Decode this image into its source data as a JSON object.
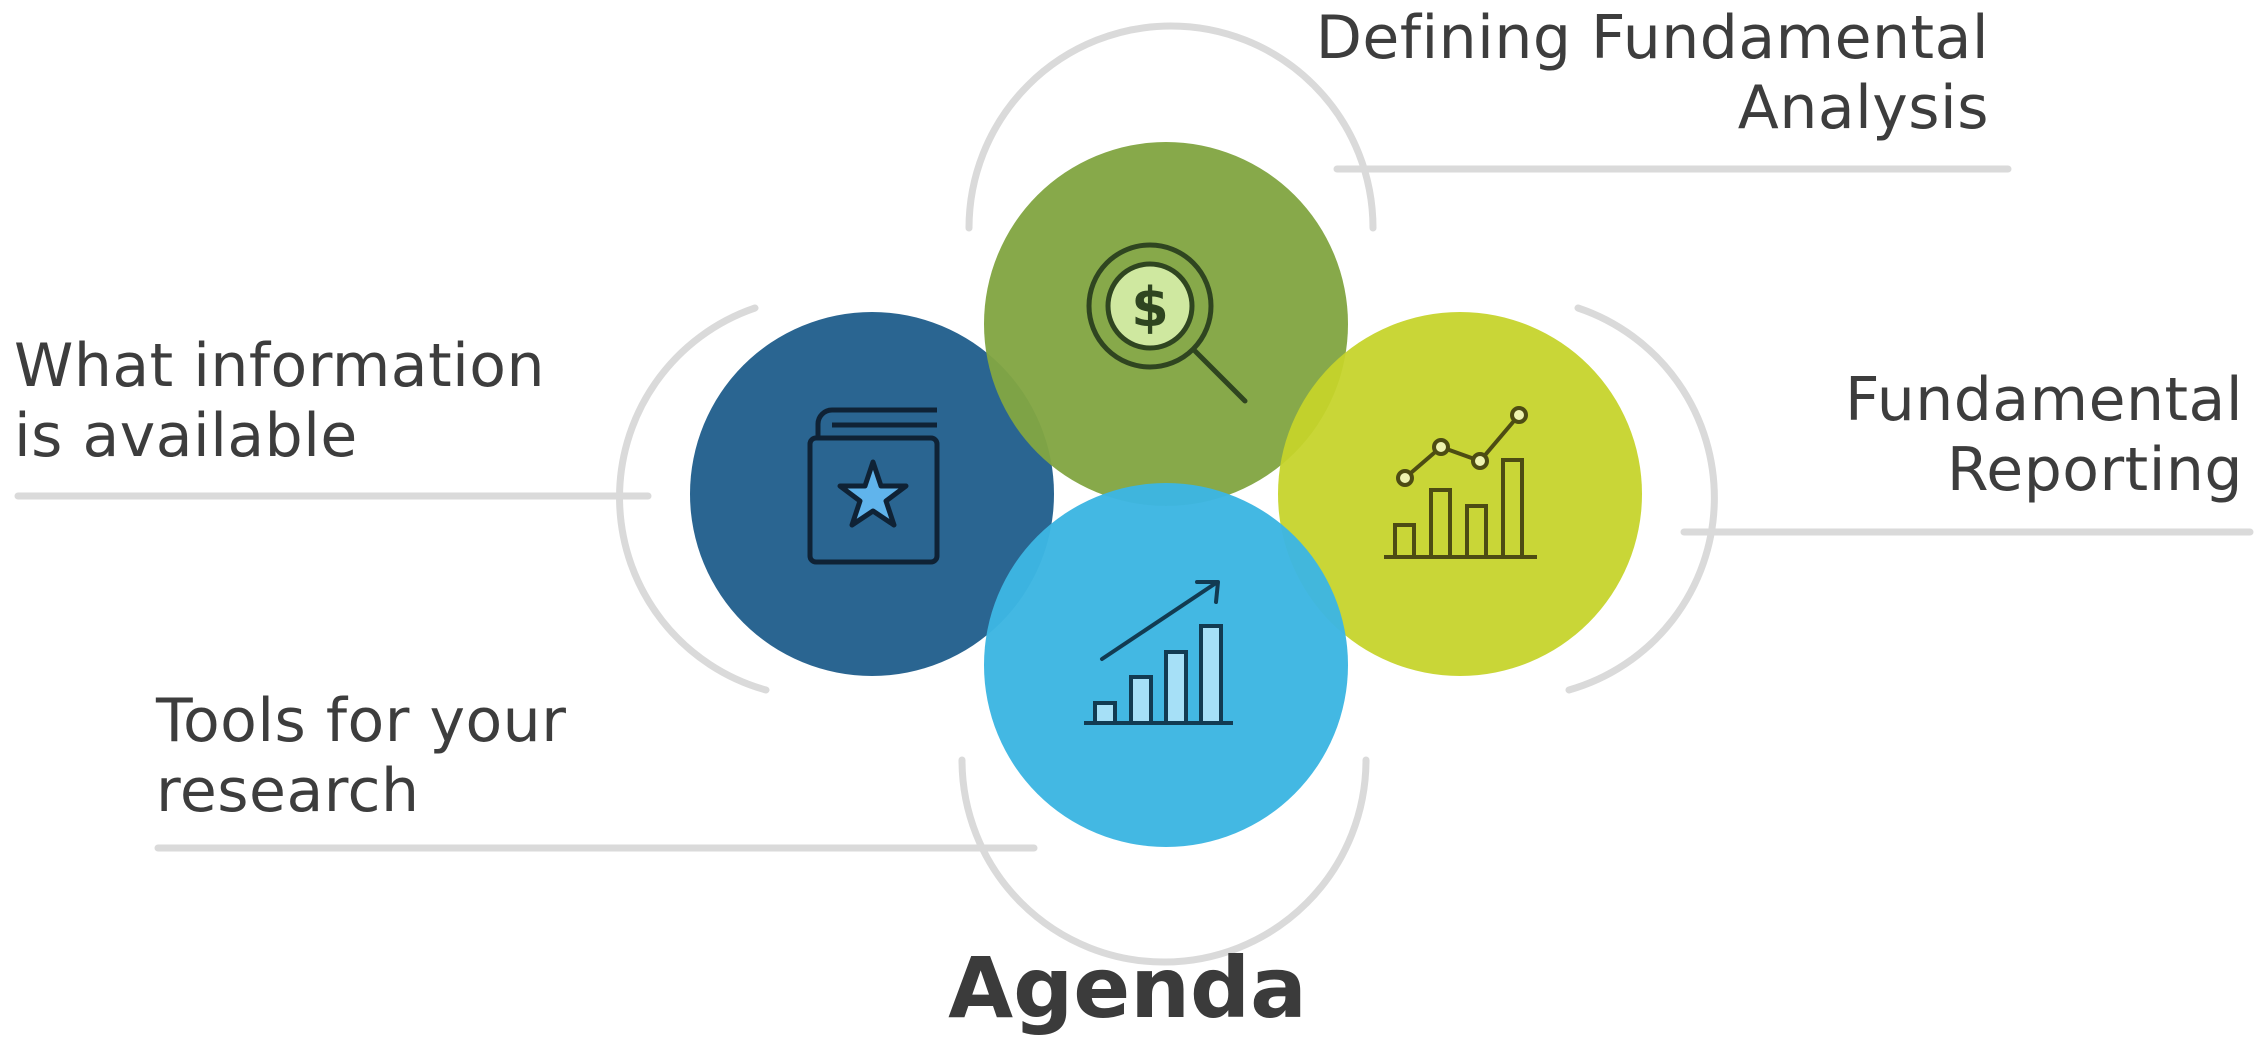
{
  "title": "Agenda",
  "colors": {
    "connector": "#dadada",
    "book_circle": "#26628f",
    "analysis_circle": "#82a543",
    "reporting_circle": "#c6d32a",
    "tools_circle": "#3db6e2"
  },
  "topics": [
    {
      "id": "defining",
      "icon": "magnifier-dollar-icon",
      "lines": [
        "Defining Fundamental",
        "Analysis"
      ]
    },
    {
      "id": "information",
      "icon": "book-star-icon",
      "lines": [
        "What information",
        "is available"
      ]
    },
    {
      "id": "reporting",
      "icon": "line-bar-chart-icon",
      "lines": [
        "Fundamental",
        "Reporting"
      ]
    },
    {
      "id": "tools",
      "icon": "growth-bar-chart-icon",
      "lines": [
        "Tools for your",
        "research"
      ]
    }
  ]
}
